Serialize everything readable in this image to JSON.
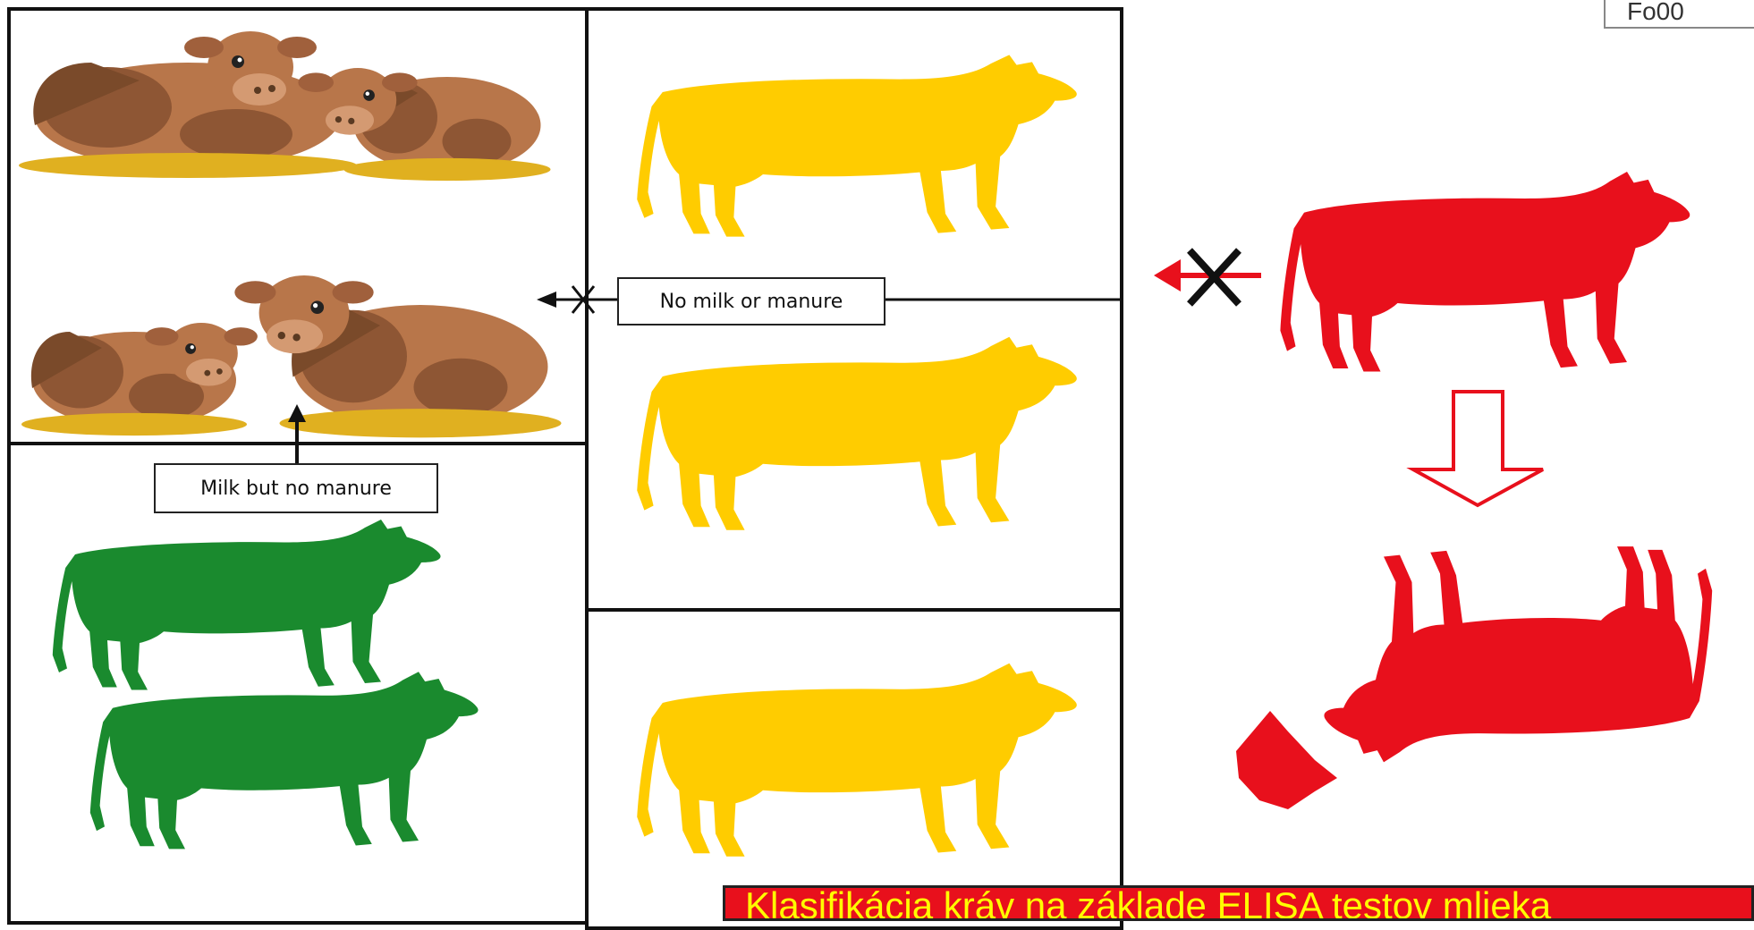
{
  "labels": {
    "no_milk_or_manure": "No milk or manure",
    "milk_but_no_manure": "Milk but no manure"
  },
  "caption": "Klasifikácia kráv na základe ELISA testov mlieka",
  "corner_text": "Fo00",
  "colors": {
    "green": "#1a8a2e",
    "yellow": "#ffcc00",
    "red": "#e8101c",
    "calf_brown": "#b8764a",
    "calf_dark": "#7a4a2a",
    "straw": "#e0b020"
  }
}
